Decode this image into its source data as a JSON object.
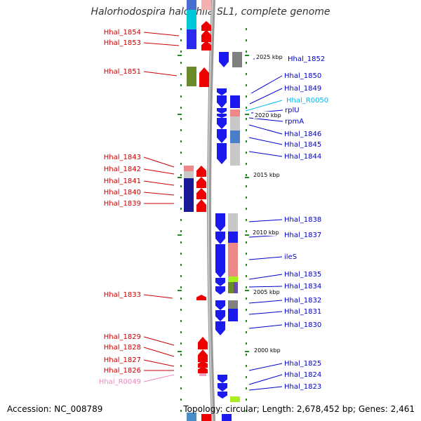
{
  "title": "Halorhodospira halophila SL1, complete genome",
  "footer": {
    "accession": "Accession: NC_008789",
    "summary": "Topology: circular; Length: 2,678,452 bp; Genes: 2,461"
  },
  "colors": {
    "left_label": "#cc0000",
    "right_label": "#0000cc",
    "rrna_label": "#00bbee",
    "trna_label": "#ee88bb",
    "backbone": "#999999",
    "tick": "#228822"
  },
  "kbp_labels": [
    {
      "text": "2025 kbp",
      "kbp": 2025
    },
    {
      "text": "2020 kbp",
      "kbp": 2020
    },
    {
      "text": "2015 kbp",
      "kbp": 2015
    },
    {
      "text": "2010 kbp",
      "kbp": 2010
    },
    {
      "text": "2005 kbp",
      "kbp": 2005
    },
    {
      "text": "2000 kbp",
      "kbp": 2000
    }
  ],
  "left_genes": [
    {
      "label": "Hhal_1854",
      "kind": "cds"
    },
    {
      "label": "Hhal_1853",
      "kind": "cds"
    },
    {
      "label": "Hhal_1851",
      "kind": "cds"
    },
    {
      "label": "Hhal_1843",
      "kind": "cds"
    },
    {
      "label": "Hhal_1842",
      "kind": "cds"
    },
    {
      "label": "Hhal_1841",
      "kind": "cds"
    },
    {
      "label": "Hhal_1840",
      "kind": "cds"
    },
    {
      "label": "Hhal_1839",
      "kind": "cds"
    },
    {
      "label": "Hhal_1833",
      "kind": "cds"
    },
    {
      "label": "Hhal_1829",
      "kind": "cds"
    },
    {
      "label": "Hhal_1828",
      "kind": "cds"
    },
    {
      "label": "Hhal_1827",
      "kind": "cds"
    },
    {
      "label": "Hhal_1826",
      "kind": "cds"
    },
    {
      "label": "Hhal_R0049",
      "kind": "trna"
    }
  ],
  "right_genes": [
    {
      "label": "Hhal_1852",
      "kind": "cds"
    },
    {
      "label": "Hhal_1850",
      "kind": "cds"
    },
    {
      "label": "Hhal_1849",
      "kind": "cds"
    },
    {
      "label": "Hhal_R0050",
      "kind": "rrna"
    },
    {
      "label": "rplU",
      "kind": "cds"
    },
    {
      "label": "rpmA",
      "kind": "cds"
    },
    {
      "label": "Hhal_1846",
      "kind": "cds"
    },
    {
      "label": "Hhal_1845",
      "kind": "cds"
    },
    {
      "label": "Hhal_1844",
      "kind": "cds"
    },
    {
      "label": "Hhal_1838",
      "kind": "cds"
    },
    {
      "label": "Hhal_1837",
      "kind": "cds"
    },
    {
      "label": "ileS",
      "kind": "cds"
    },
    {
      "label": "Hhal_1835",
      "kind": "cds"
    },
    {
      "label": "Hhal_1834",
      "kind": "cds"
    },
    {
      "label": "Hhal_1832",
      "kind": "cds"
    },
    {
      "label": "Hhal_1831",
      "kind": "cds"
    },
    {
      "label": "Hhal_1830",
      "kind": "cds"
    },
    {
      "label": "Hhal_1825",
      "kind": "cds"
    },
    {
      "label": "Hhal_1824",
      "kind": "cds"
    },
    {
      "label": "Hhal_1823",
      "kind": "cds"
    }
  ]
}
